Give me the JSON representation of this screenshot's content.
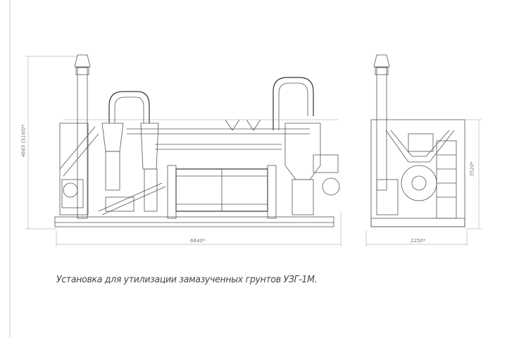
{
  "caption": "Установка для  утилизации замазученных грунтов УЗГ-1М.",
  "dimensions": {
    "front_height": "4665 (5160)*",
    "front_length": "6640*",
    "side_width": "2250*",
    "side_height": "3520*"
  }
}
